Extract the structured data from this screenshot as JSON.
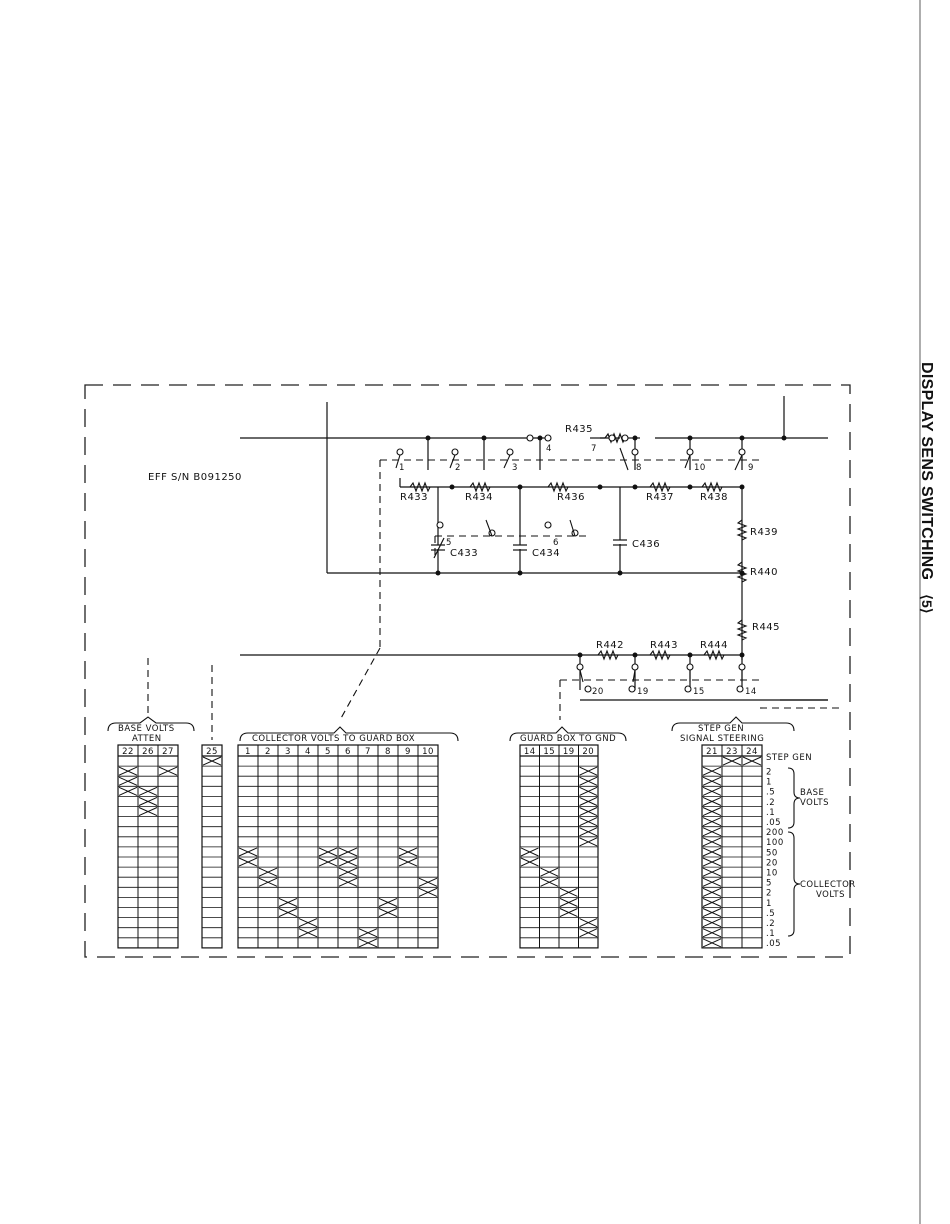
{
  "side_title": "DISPLAY SENS SWITCHING",
  "side_badge": "⟨5⟩",
  "eff": "EFF S/N B091250",
  "resistors": {
    "r435": "R435",
    "r433": "R433",
    "r434": "R434",
    "r436": "R436",
    "r437": "R437",
    "r438": "R438",
    "r439": "R439",
    "r440": "R440",
    "r445": "R445",
    "r442": "R442",
    "r443": "R443",
    "r444": "R444"
  },
  "capacitors": {
    "c433": "C433",
    "c434": "C434",
    "c436": "C436"
  },
  "contacts": {
    "c1": "1",
    "c2": "2",
    "c3": "3",
    "c4": "4",
    "c7": "7",
    "c8": "8",
    "c10": "10",
    "c9": "9",
    "c5": "5",
    "c6": "6",
    "c20": "20",
    "c19": "19",
    "c15": "15",
    "c14": "14"
  },
  "groups": {
    "base_atten_1": "BASE VOLTS",
    "base_atten_2": "ATTEN",
    "collector": "COLLECTOR VOLTS TO GUARD BOX",
    "guard": "GUARD BOX TO GND",
    "step_1": "STEP GEN",
    "step_2": "SIGNAL STEERING"
  },
  "cam_groups": [
    {
      "id": "base",
      "cols": [
        "22",
        "26",
        "27"
      ],
      "marks": [
        [
          0,
          1
        ],
        [
          2,
          1
        ],
        [
          0,
          2
        ],
        [
          0,
          3
        ],
        [
          1,
          3
        ],
        [
          1,
          4
        ],
        [
          1,
          5
        ]
      ]
    },
    {
      "id": "s25",
      "cols": [
        "25"
      ],
      "marks": [
        [
          0,
          0
        ]
      ]
    },
    {
      "id": "coll",
      "cols": [
        "1",
        "2",
        "3",
        "4",
        "5",
        "6",
        "7",
        "8",
        "9",
        "10"
      ],
      "marks": [
        [
          0,
          9
        ],
        [
          0,
          10
        ],
        [
          4,
          9
        ],
        [
          4,
          10
        ],
        [
          5,
          9
        ],
        [
          5,
          10
        ],
        [
          8,
          9
        ],
        [
          8,
          10
        ],
        [
          1,
          11
        ],
        [
          1,
          12
        ],
        [
          5,
          11
        ],
        [
          5,
          12
        ],
        [
          9,
          12
        ],
        [
          9,
          13
        ],
        [
          2,
          14
        ],
        [
          2,
          15
        ],
        [
          7,
          14
        ],
        [
          7,
          15
        ],
        [
          3,
          16
        ],
        [
          3,
          17
        ],
        [
          6,
          17
        ],
        [
          6,
          18
        ]
      ]
    },
    {
      "id": "guard",
      "cols": [
        "14",
        "15",
        "19",
        "20"
      ],
      "marks": [
        [
          3,
          1
        ],
        [
          3,
          2
        ],
        [
          3,
          3
        ],
        [
          3,
          4
        ],
        [
          3,
          5
        ],
        [
          3,
          6
        ],
        [
          3,
          7
        ],
        [
          3,
          8
        ],
        [
          0,
          9
        ],
        [
          0,
          10
        ],
        [
          1,
          11
        ],
        [
          1,
          12
        ],
        [
          2,
          13
        ],
        [
          2,
          14
        ],
        [
          2,
          15
        ],
        [
          3,
          16
        ],
        [
          3,
          17
        ]
      ]
    },
    {
      "id": "step",
      "cols": [
        "21",
        "23",
        "24"
      ],
      "marks": [
        [
          1,
          0
        ],
        [
          2,
          0
        ],
        [
          0,
          1
        ],
        [
          0,
          2
        ],
        [
          0,
          3
        ],
        [
          0,
          4
        ],
        [
          0,
          5
        ],
        [
          0,
          6
        ],
        [
          0,
          7
        ],
        [
          0,
          8
        ],
        [
          0,
          9
        ],
        [
          0,
          10
        ],
        [
          0,
          11
        ],
        [
          0,
          12
        ],
        [
          0,
          13
        ],
        [
          0,
          14
        ],
        [
          0,
          15
        ],
        [
          0,
          16
        ],
        [
          0,
          17
        ],
        [
          0,
          18
        ]
      ]
    }
  ],
  "row_labels": [
    "STEP GEN",
    "2",
    "1",
    ".5",
    ".2",
    ".1",
    ".05",
    "200",
    "100",
    "50",
    "20",
    "10",
    "5",
    "2",
    "1",
    ".5",
    ".2",
    ".1",
    ".05"
  ],
  "brace_labels": {
    "base_1": "BASE",
    "base_2": "VOLTS",
    "coll_1": "COLLECTOR",
    "coll_2": "VOLTS"
  }
}
